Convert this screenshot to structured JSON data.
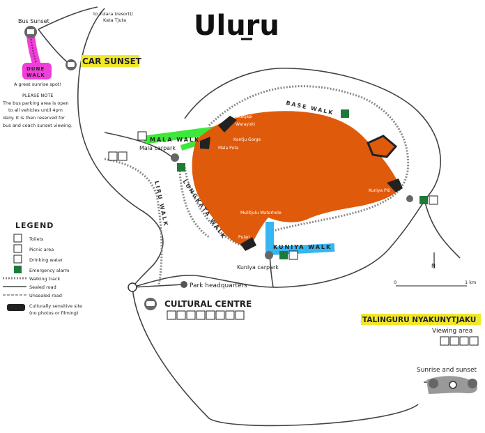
{
  "title": "Uluru",
  "labels": {
    "bus_sunset": "Bus Sunset",
    "to_yulara_1": "to Yulara (resort)/",
    "to_yulara_2": "Kata Tjuta",
    "car_sunset": "CAR SUNSET",
    "dune_walk_1": "DUNE",
    "dune_walk_2": "WALK",
    "great_sunrise": "A great sunrise spot!",
    "please_note": "PLEASE NOTE",
    "note_1": "The bus parking area is open",
    "note_2": "to all vehicles until 4pm",
    "note_3": "daily. It is then reserved for",
    "note_4": "bus and coach sunset viewing.",
    "base_walk": "BASE WALK",
    "mala_walk": "MALA WALK",
    "mala_carpark": "Mala carpark",
    "tjukatjapi": "Tjukatjapi",
    "waguyuki": "Warayuki",
    "kantju_gorge": "Kantju Gorge",
    "mala_puta": "Mala Puta",
    "kuniya_piti": "Kuniya Piti",
    "mutitjulu": "Mutitjulu Waterhole",
    "pulari": "Pulari",
    "kuniya_walk": "KUNIYA WALK",
    "kuniya_carpark": "Kuniya carpark",
    "liru_walk": "LIRU WALK",
    "lungkata_walk": "LUNGKATA WALK",
    "park_hq": "Park headquarters",
    "cultural_centre": "CULTURAL CENTRE",
    "talinguru": "TALINGURU NYAKUNYTJAKU",
    "viewing_area": "Viewing area",
    "sunrise_sunset": "Sunrise and sunset",
    "north": "N",
    "scale_0": "0",
    "scale_1": "1 km"
  },
  "legend": {
    "heading": "LEGEND",
    "items": [
      {
        "label": "Toilets",
        "icon": "toilets-icon"
      },
      {
        "label": "Picnic area",
        "icon": "picnic-icon"
      },
      {
        "label": "Drinking water",
        "icon": "drinking-water-icon"
      },
      {
        "label": "Emergency alarm",
        "icon": "emergency-alarm-icon"
      },
      {
        "label": "Walking track",
        "icon": "walking-track-symbol"
      },
      {
        "label": "Sealed road",
        "icon": "sealed-road-symbol"
      },
      {
        "label": "Unsealed road",
        "icon": "unsealed-road-symbol"
      },
      {
        "label": "Culturally sensitive site",
        "icon": "sensitive-site-symbol"
      },
      {
        "label": "(no photos or filming)",
        "icon": ""
      }
    ]
  },
  "colors": {
    "rock": "#e05a0c",
    "sensitive": "#222222",
    "car_sunset_highlight": "#f1e82a",
    "talinguru_highlight": "#f1e82a",
    "dune_walk": "#f03fd8",
    "mala_walk": "#3ee83a",
    "kuniya_walk": "#35b6f0",
    "emergency": "#1f7a3a"
  }
}
